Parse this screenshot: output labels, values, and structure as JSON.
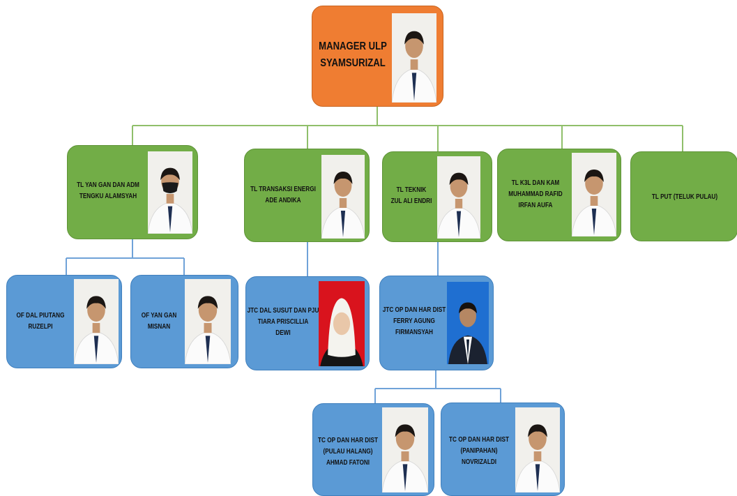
{
  "colors": {
    "manager_fill": "#ef7d32",
    "team_leader_fill": "#72ad47",
    "officer_fill": "#5b9ad5",
    "green_connector": "#8fbf6a",
    "blue_connector": "#6fa2d8"
  },
  "manager": {
    "line1": "MANAGER ULP",
    "line2": "SYAMSURIZAL",
    "photo": "person-photo"
  },
  "team_leaders": [
    {
      "line1": "TL YAN GAN DAN ADM",
      "line2": "TENGKU ALAMSYAH",
      "photo": "person-photo-masked"
    },
    {
      "line1": "TL TRANSAKSI ENERGI",
      "line2": "ADE ANDIKA",
      "photo": "person-photo"
    },
    {
      "line1": "TL TEKNIK",
      "line2": "ZUL ALI ENDRI",
      "photo": "person-photo"
    },
    {
      "line1": "TL K3L DAN KAM",
      "line2": "MUHAMMAD RAFID",
      "line3": "IRFAN AUFA",
      "photo": "person-photo"
    },
    {
      "line1": "TL PUT (TELUK PULAU)"
    }
  ],
  "officers": [
    {
      "line1": "OF DAL PIUTANG",
      "line2": "RUZELPI",
      "photo": "person-photo"
    },
    {
      "line1": "OF YAN GAN",
      "line2": "MISNAN",
      "photo": "person-photo"
    },
    {
      "line1": "JTC DAL SUSUT DAN PJU",
      "line2": "TIARA PRISCILLIA",
      "line3": "DEWI",
      "photo": "person-photo-hijab"
    },
    {
      "line1": "JTC OP DAN HAR DIST",
      "line2": "FERRY AGUNG",
      "line3": "FIRMANSYAH",
      "photo": "person-photo-suit"
    }
  ],
  "technicians": [
    {
      "line1": "TC OP DAN HAR DIST",
      "line2": "(PULAU HALANG)",
      "line3": "AHMAD FATONI",
      "photo": "person-photo"
    },
    {
      "line1": "TC OP DAN HAR DIST",
      "line2": "(PANIPAHAN)",
      "line3": "NOVRIZALDI",
      "photo": "person-photo"
    }
  ]
}
